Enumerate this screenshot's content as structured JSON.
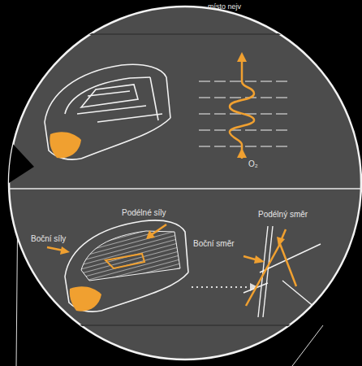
{
  "diagram": {
    "labels": [
      "místo nejv",
      "O₂",
      "Boční síly",
      "Podélné síly",
      "Podélný směr",
      "Boční směr"
    ]
  }
}
